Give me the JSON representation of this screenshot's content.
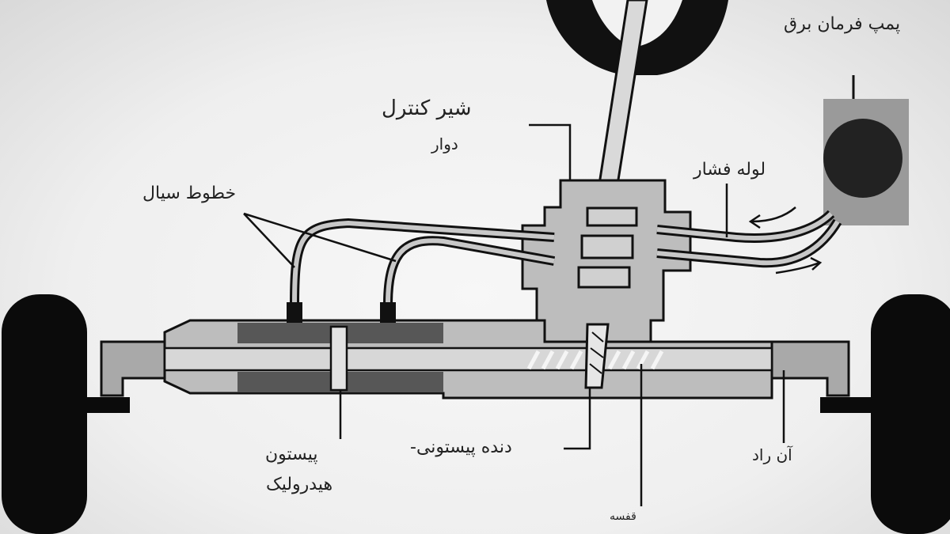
{
  "labels": {
    "electric_pump": "پمپ فرمان برق",
    "control_valve": "شیر کنترل",
    "rotary": "دوار",
    "fluid_lines": "خطوط سیال",
    "pressure_pipe": "لوله فشار",
    "hydraulic_piston_1": "پیستون",
    "hydraulic_piston_2": "هیدرولیک",
    "rack_piston": "دنده پیستونی-",
    "housing": "قفسه",
    "tie_rod": "آن راد"
  },
  "colors": {
    "background": "#f2f2f2",
    "line": "#111111",
    "body_gray": "#bdbdbd",
    "dark_gray": "#555555",
    "light_gray": "#d4d4d4"
  }
}
